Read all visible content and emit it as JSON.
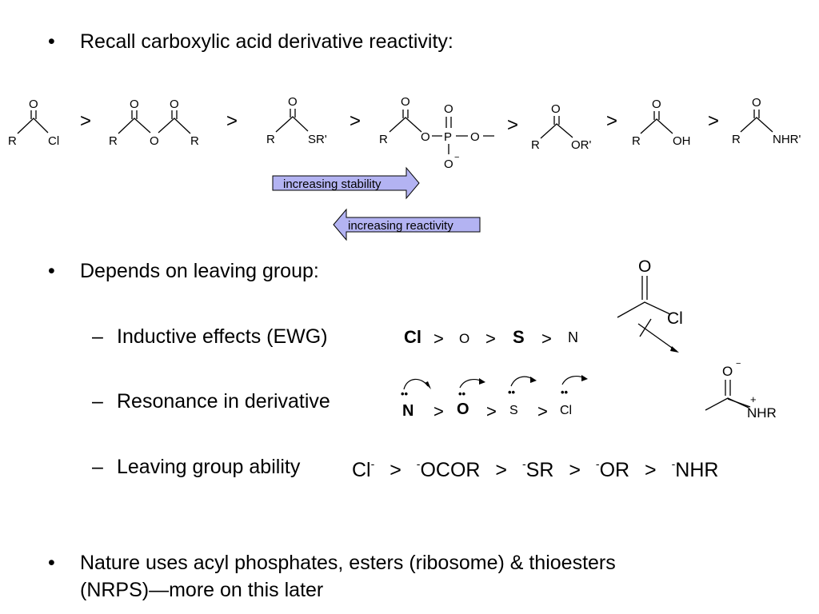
{
  "bullets": {
    "b1": "Recall carboxylic acid derivative reactivity:",
    "b2": "Depends on leaving group:",
    "s1": "Inductive effects (EWG)",
    "s2": "Resonance in derivative",
    "s3": "Leaving group ability",
    "b3_line1": "Nature uses acyl phosphates, esters (ribosome) & thioesters",
    "b3_line2": "(NRPS)—more on this later"
  },
  "markers": {
    "bullet": "•",
    "dash": "–",
    "gt": ">"
  },
  "structures": {
    "atom_R": "R",
    "atom_Rprime": "R'",
    "atom_O": "O",
    "atom_Cl": "Cl",
    "atom_SR": "SR'",
    "atom_P": "P",
    "atom_OR": "OR'",
    "atom_OH": "OH",
    "atom_NHR": "NHR'",
    "charge_minus": "−"
  },
  "arrows": {
    "stability": "increasing stability",
    "reactivity": "increasing reactivity",
    "fill_color": "#b3b3f2"
  },
  "inductive": {
    "items": [
      "Cl",
      "O",
      "S",
      "N"
    ]
  },
  "resonance": {
    "items": [
      "N",
      "O",
      "S",
      "Cl"
    ],
    "lone_pair": "••"
  },
  "leaving_groups": [
    {
      "sup": "",
      "main": "Cl",
      "post_sup": "-"
    },
    {
      "sup": "-",
      "main": "OCOR",
      "post_sup": ""
    },
    {
      "sup": "-",
      "main": "SR",
      "post_sup": ""
    },
    {
      "sup": "-",
      "main": "OR",
      "post_sup": ""
    },
    {
      "sup": "-",
      "main": "NHR",
      "post_sup": ""
    }
  ],
  "side_structures": {
    "acyl_O": "O",
    "acyl_Cl": "Cl",
    "amide_O": "O",
    "amide_NHR": "NHR",
    "plus": "+",
    "minus": "−"
  }
}
